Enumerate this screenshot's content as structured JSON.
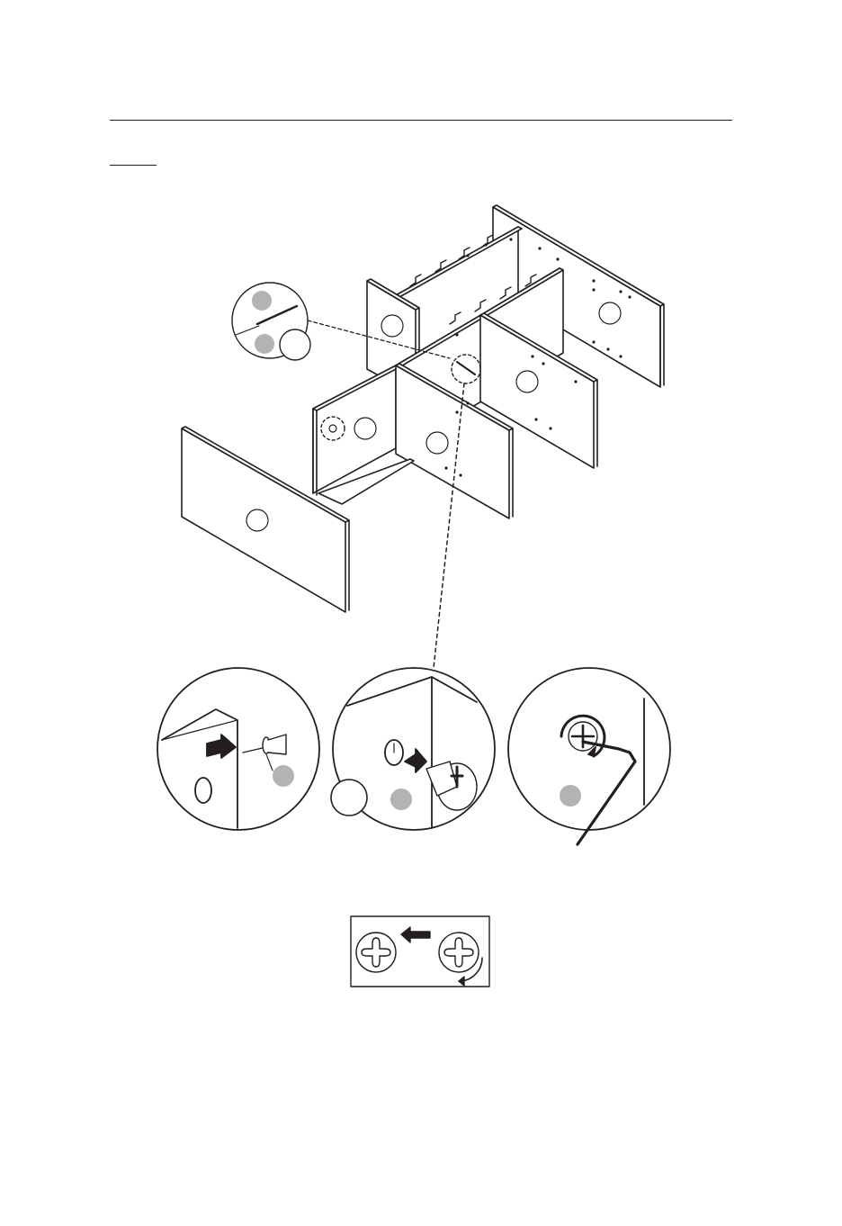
{
  "document": {
    "type": "assembly-instruction-page",
    "header_rule": true,
    "step_label_underline": true
  },
  "main_figure": {
    "name": "cabinet-exploded-view",
    "part_callouts": 9,
    "callout_style": "blank circles"
  },
  "detail_views": [
    {
      "name": "insert-cam-bolt",
      "icon": "arrow-push-icon"
    },
    {
      "name": "insert-cam-lock",
      "icon": "arrow-push-icon"
    },
    {
      "name": "tighten-cam-lock",
      "icon": "allen-key-icon"
    }
  ],
  "rotation_hint": {
    "name": "cam-lock-rotation-hint",
    "icons": [
      "cam-lock-locked-icon",
      "arrow-left-icon",
      "cam-lock-open-icon",
      "rotate-arrow-icon"
    ]
  },
  "colors": {
    "line": "#231f20",
    "callout_fill": "#b3b3b3",
    "background": "#ffffff"
  }
}
